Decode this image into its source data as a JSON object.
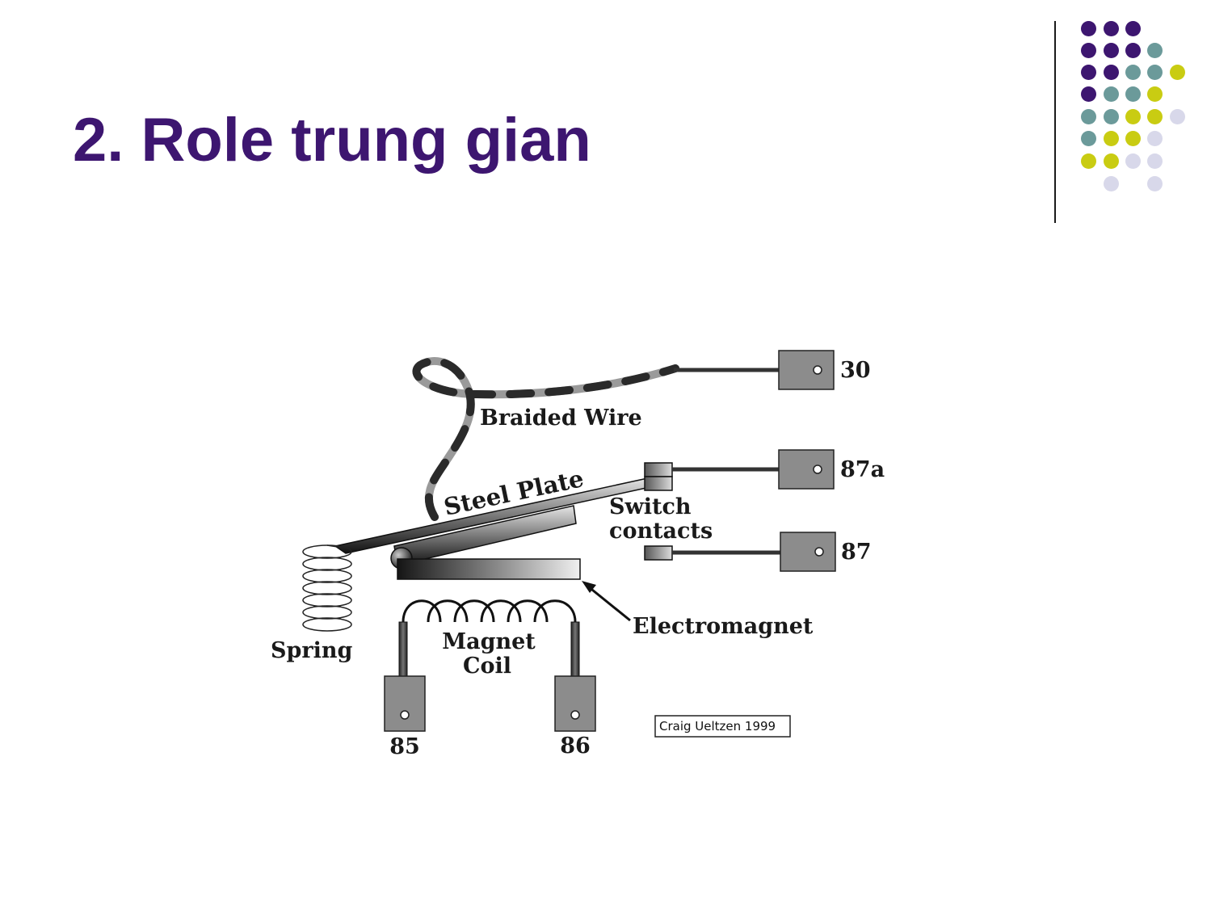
{
  "slide": {
    "title": "2. Role trung gian",
    "title_color": "#3d1670",
    "dot_colors": {
      "purple": "#3d1670",
      "teal": "#6b9a9a",
      "yellow": "#c9cc12",
      "lavender": "#d8d8ea"
    }
  },
  "diagram": {
    "labels": {
      "braided_wire": "Braided Wire",
      "steel_plate": "Steel Plate",
      "switch_line1": "Switch",
      "switch_line2": "contacts",
      "electromagnet": "Electromagnet",
      "spring": "Spring",
      "magnet_line1": "Magnet",
      "magnet_line2": "Coil",
      "credit": "Craig Ueltzen 1999"
    },
    "terminals": {
      "t30": "30",
      "t87a": "87a",
      "t87": "87",
      "t85": "85",
      "t86": "86"
    }
  }
}
